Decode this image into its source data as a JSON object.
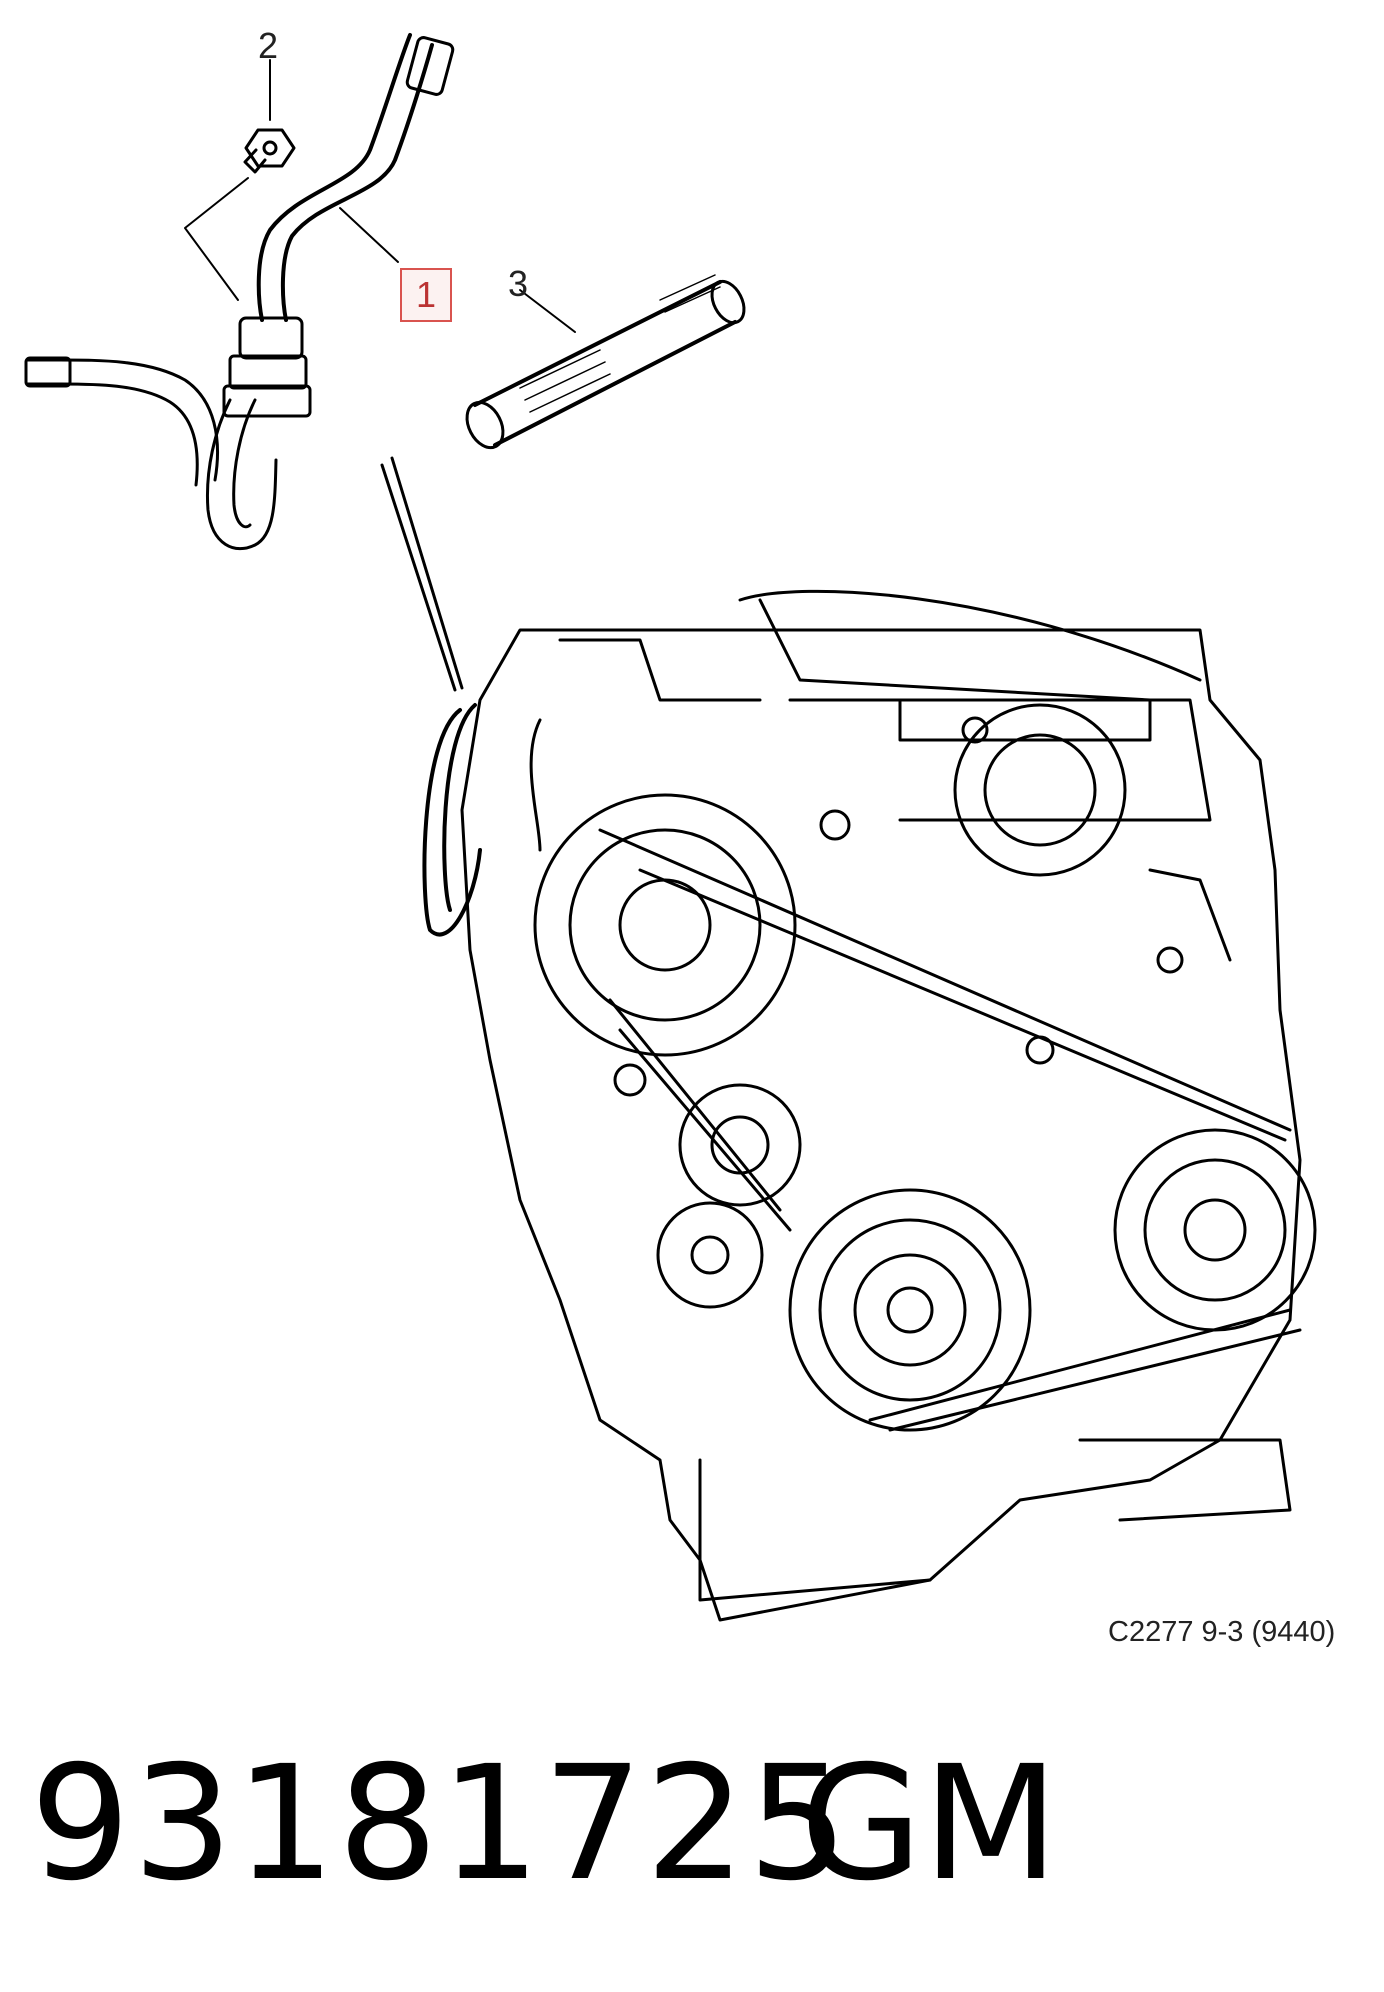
{
  "callouts": {
    "item1": "1",
    "item2": "2",
    "item3": "3"
  },
  "reference_code": "C2277 9-3 (9440)",
  "part_number": "93181725",
  "brand": "GM",
  "colors": {
    "line": "#000000",
    "highlight_border": "#d9534f"
  }
}
